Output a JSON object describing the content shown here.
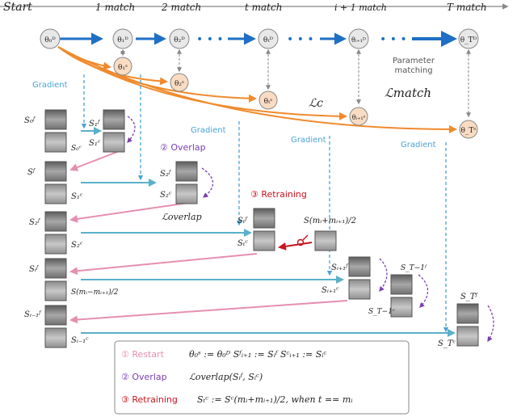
{
  "header": {
    "labels": [
      "Start",
      "1 match",
      "2 match",
      "t match",
      "i + 1 match",
      "T match"
    ]
  },
  "nodes": {
    "theta_D": [
      "θ₀ᴰ",
      "θ₁ᴰ",
      "θ₂ᴰ",
      "θₜᴰ",
      "θᵢ₊₁ᴰ",
      "θ_Tᴰ"
    ],
    "theta_S": [
      "θ₁ˢ",
      "θ₂ˢ",
      "θₜˢ",
      "θᵢ₊₁ˢ",
      "θ_Tˢ"
    ],
    "ellipsis": "• • •"
  },
  "labels": {
    "gradient": "Gradient",
    "param_matching_1": "Parameter",
    "param_matching_2": "matching",
    "l_match": "ℒmatch",
    "l_c": "ℒc",
    "l_overlap": "ℒoverlap",
    "overlap_step": "② Overlap",
    "retraining_step": "③ Retraining",
    "s_retrain": "S(mᵢ+mᵢ₊₁)/2"
  },
  "sets": {
    "s0_f": "S₀ᶠ",
    "s0_c": "S₀ᶜ",
    "s1_f": "S₁ᶠ",
    "s1_c": "S₁ᶜ",
    "sf": "Sᶠ",
    "s1_c_b": "S₁ᶜ",
    "s2_f_o": "S₂ᶠ",
    "s2_c_o": "S₂ᶜ",
    "s2_f": "S₂ᶠ",
    "s2_c": "S₂ᶜ",
    "st_f": "Sₜᶠ",
    "st_c": "Sₜᶜ",
    "si_f": "Sᵢᶠ",
    "s_mid": "S(mᵢ−mᵢ₊₁)/2",
    "si1_f": "Sᵢ₊₁ᶠ",
    "si1_c": "Sᵢ₊₁ᶜ",
    "st1_f": "S_T−1ᶠ",
    "st1_c": "S_T−1ᶜ",
    "sim1_f": "Sᵢ₋₁ᶠ",
    "sim1_c": "Sᵢ₋₁ᶜ",
    "sT_f": "S_Tᶠ",
    "sT_c": "S_Tᶜ"
  },
  "legend": {
    "restart_label": "① Restart",
    "restart_formula": "θ₀ˢ := θ₀ᴰ    Sᶠᵢ₊₁ := Sᵢᶠ    Sᶜᵢ₊₁ := Sᵢᶜ",
    "overlap_label": "② Overlap",
    "overlap_formula": "ℒoverlap(Sᵢᶠ, Sᵢᶜ)",
    "retraining_label": "③ Retraining",
    "retraining_formula": "Sₜᶜ := Sᶜ(mᵢ+mᵢ₊₁)/2, when t == mᵢ"
  },
  "colors": {
    "blue": "#1f6fc5",
    "orange": "#f08a2c",
    "pink": "#e58fb0",
    "purple": "#7a3fb0",
    "red": "#c8141e",
    "lightblue": "#4aa3d6",
    "teal": "#5ab0c8",
    "gray": "#777777"
  }
}
